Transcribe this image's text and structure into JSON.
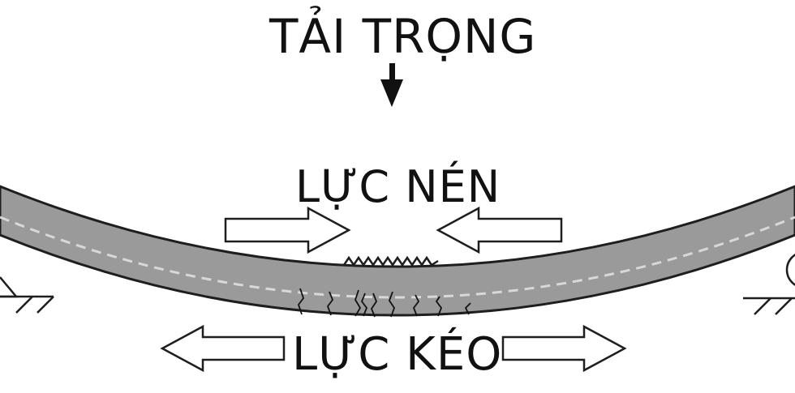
{
  "labels": {
    "load": "TẢI TRỌNG",
    "compression": "LỰC NÉN",
    "tension": "LỰC KÉO"
  },
  "colors": {
    "beam_fill": "#9a9a9a",
    "beam_edge": "#1e1e1e",
    "neutral_axis": "#d8d8d8",
    "arrow_outline": "#1e1e1e",
    "arrow_fill": "#ffffff",
    "text": "#111111"
  }
}
